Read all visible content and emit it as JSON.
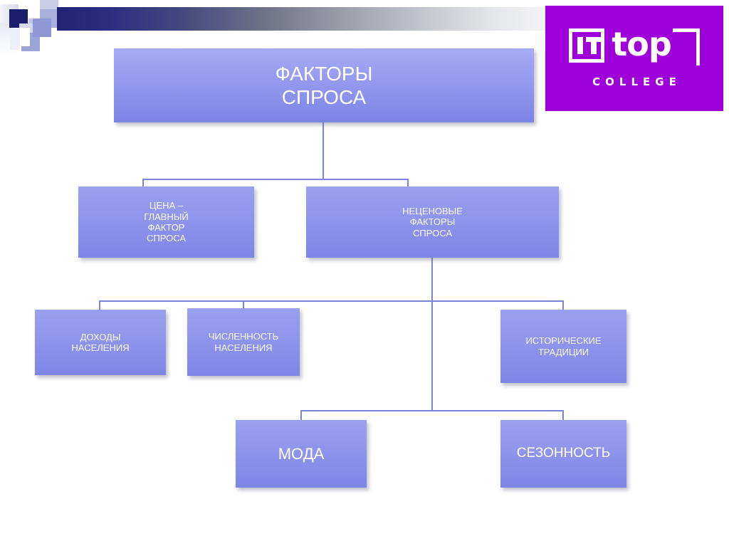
{
  "slide": {
    "title": "ФАКТОРЫ СПРОСА",
    "background_color": "#ffffff",
    "node_color": "#8e95ec",
    "connector_color": "#7b83dd",
    "accent_color": "#9e00d9"
  },
  "logo": {
    "mark_text": "IT",
    "word": "top",
    "subtitle": "COLLEGE",
    "background_color": "#9e00d9",
    "foreground_color": "#ffffff"
  },
  "chart_data": {
    "type": "diagram",
    "subtype": "org-chart",
    "title": "ФАКТОРЫ СПРОСА",
    "nodes": [
      {
        "id": "root",
        "label": "ФАКТОРЫ\nСПРОСА",
        "level": 1
      },
      {
        "id": "price",
        "label": "ЦЕНА –\nГЛАВНЫЙ\nФАКТОР\nСПРОСА",
        "level": 2
      },
      {
        "id": "nonprice",
        "label": "НЕЦЕНОВЫЕ\nФАКТОРЫ\nСПРОСА",
        "level": 2
      },
      {
        "id": "income",
        "label": "ДОХОДЫ\nНАСЕЛЕНИЯ",
        "level": 3
      },
      {
        "id": "popsize",
        "label": "ЧИСЛЕННОСТЬ\nНАСЕЛЕНИЯ",
        "level": 3
      },
      {
        "id": "tradition",
        "label": "ИСТОРИЧЕСКИЕ\nТРАДИЦИИ",
        "level": 3
      },
      {
        "id": "fashion",
        "label": "МОДА",
        "level": 4
      },
      {
        "id": "season",
        "label": "СЕЗОННОСТЬ",
        "level": 4
      }
    ],
    "edges": [
      {
        "from": "root",
        "to": "price"
      },
      {
        "from": "root",
        "to": "nonprice"
      },
      {
        "from": "nonprice",
        "to": "income"
      },
      {
        "from": "nonprice",
        "to": "popsize"
      },
      {
        "from": "nonprice",
        "to": "tradition"
      },
      {
        "from": "nonprice",
        "to": "fashion"
      },
      {
        "from": "nonprice",
        "to": "season"
      }
    ]
  }
}
